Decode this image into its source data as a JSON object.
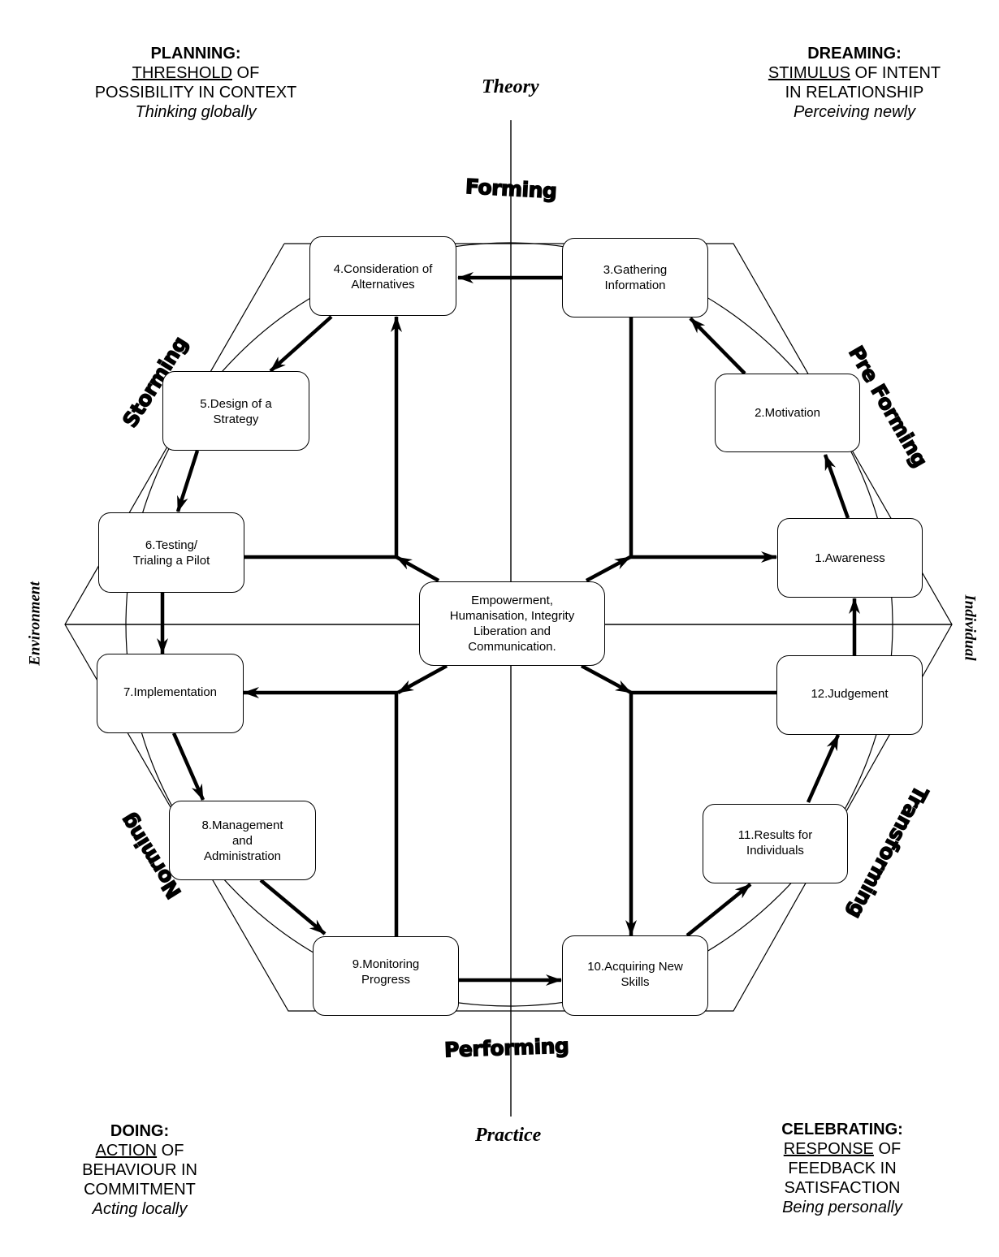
{
  "corners": {
    "top_left": {
      "title": "PLANNING:",
      "underlined": "THRESHOLD",
      "line1_rest": " OF",
      "line2": "POSSIBILITY IN CONTEXT",
      "line3": "",
      "italic": "Thinking globally"
    },
    "top_right": {
      "title": "DREAMING:",
      "underlined": "STIMULUS",
      "line1_rest": " OF INTENT",
      "line2": "IN RELATIONSHIP",
      "line3": "",
      "italic": "Perceiving newly"
    },
    "bottom_left": {
      "title": "DOING:",
      "underlined": "ACTION",
      "line1_rest": " OF",
      "line2": "BEHAVIOUR IN",
      "line3": "COMMITMENT",
      "italic": "Acting locally"
    },
    "bottom_right": {
      "title": "CELEBRATING:",
      "underlined": "RESPONSE",
      "line1_rest": " OF",
      "line2": "FEEDBACK IN",
      "line3": "SATISFACTION",
      "italic": "Being personally"
    }
  },
  "axes": {
    "top": "Theory",
    "bottom": "Practice",
    "left": "Environment",
    "right": "Individual"
  },
  "stages": {
    "forming": "Forming",
    "pre_forming": "Pre Forming",
    "storming": "Storming",
    "norming": "Norming",
    "performing": "Performing",
    "transforming": "Transforming"
  },
  "center": {
    "lines": [
      "Empowerment,",
      "Humanisation, Integrity",
      "Liberation and",
      "Communication."
    ]
  },
  "nodes": [
    {
      "id": 1,
      "lines": [
        "1.Awareness"
      ]
    },
    {
      "id": 2,
      "lines": [
        "2.Motivation"
      ]
    },
    {
      "id": 3,
      "lines": [
        "3.Gathering",
        "Information"
      ]
    },
    {
      "id": 4,
      "lines": [
        "4.Consideration of",
        "Alternatives"
      ]
    },
    {
      "id": 5,
      "lines": [
        "5.Design of a",
        "Strategy"
      ]
    },
    {
      "id": 6,
      "lines": [
        "6.Testing/",
        "Trialing a Pilot"
      ]
    },
    {
      "id": 7,
      "lines": [
        "7.Implementation"
      ]
    },
    {
      "id": 8,
      "lines": [
        "8.Management",
        "and",
        "Administration"
      ]
    },
    {
      "id": 9,
      "lines": [
        "9.Monitoring",
        "Progress"
      ]
    },
    {
      "id": 10,
      "lines": [
        "10.Acquiring New",
        "Skills"
      ]
    },
    {
      "id": 11,
      "lines": [
        "11.Results for",
        "Individuals"
      ]
    },
    {
      "id": 12,
      "lines": [
        "12.Judgement"
      ]
    }
  ],
  "flow": [
    {
      "from": 1,
      "to": 2
    },
    {
      "from": 2,
      "to": 3
    },
    {
      "from": 3,
      "to": 4
    },
    {
      "from": 4,
      "to": 5
    },
    {
      "from": 5,
      "to": 6
    },
    {
      "from": 6,
      "to": 7
    },
    {
      "from": 7,
      "to": 8
    },
    {
      "from": 8,
      "to": 9
    },
    {
      "from": 9,
      "to": 10
    },
    {
      "from": 10,
      "to": 11
    },
    {
      "from": 11,
      "to": 12
    },
    {
      "from": 12,
      "to": 1
    }
  ]
}
